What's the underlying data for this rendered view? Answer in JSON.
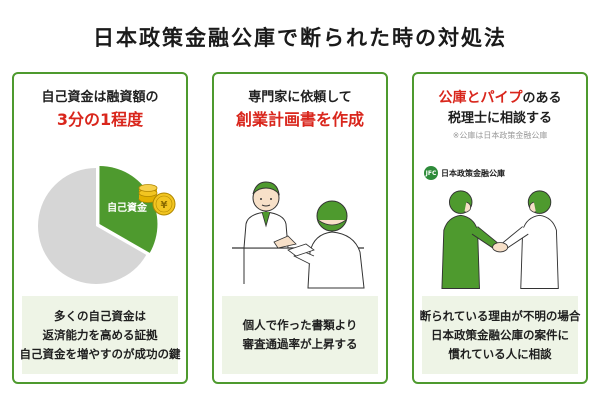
{
  "title": "日本政策金融公庫で断られた時の対処法",
  "cards": [
    {
      "head_line1": "自己資金は融資額の",
      "head_accent": "3分の1程度",
      "chart_label": "自己資金",
      "footer": [
        "多くの自己資金は",
        "返済能力を高める証拠",
        "自己資金を増やすのが成功の鍵"
      ]
    },
    {
      "head_line1": "専門家に依頼して",
      "head_accent": "創業計画書を作成",
      "footer": [
        "個人で作った書類より",
        "審査通過率が上昇する"
      ]
    },
    {
      "head_accent": "公庫とパイプ",
      "head_suffix": "のある",
      "head_line2": "税理士に相談する",
      "note": "※公庫は日本政策金融公庫",
      "logo_mark": "JFC",
      "logo_text": "日本政策金融公庫",
      "footer": [
        "断られている理由が不明の場合",
        "日本政策金融公庫の案件に",
        "慣れている人に相談"
      ]
    }
  ],
  "chart_data": {
    "type": "pie",
    "categories": [
      "自己資金",
      ""
    ],
    "values": [
      33.3,
      66.7
    ],
    "colors": [
      "#4e9a2e",
      "#d6d6d6"
    ]
  },
  "colors": {
    "green": "#4e9a2e",
    "red": "#d9261c",
    "light_green": "#eef4e6",
    "gray": "#d6d6d6",
    "gold": "#e2b100"
  },
  "icons": [
    "coin-stack-icon",
    "yen-coin-icon",
    "consultant-person-icon",
    "client-person-icon",
    "handshake-icon"
  ]
}
